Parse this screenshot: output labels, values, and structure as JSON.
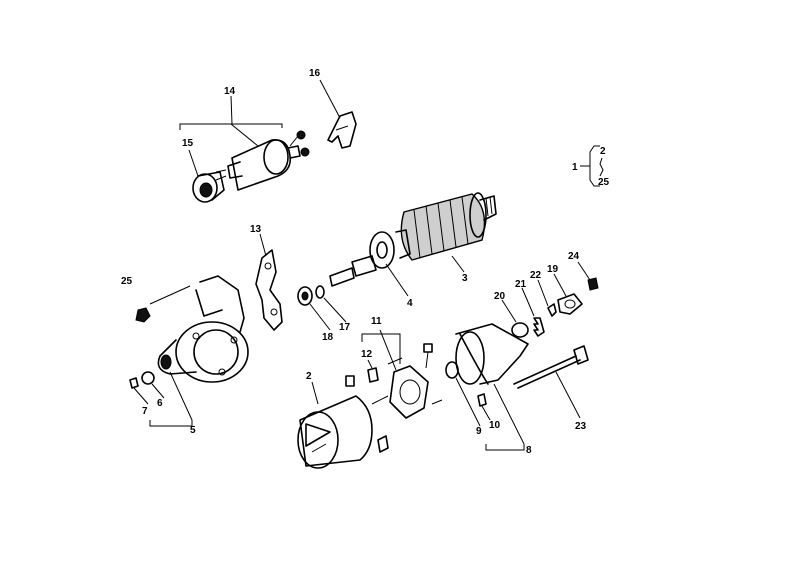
{
  "callouts": [
    {
      "id": "c14",
      "text": "14"
    },
    {
      "id": "c16",
      "text": "16"
    },
    {
      "id": "c15",
      "text": "15"
    },
    {
      "id": "c1",
      "text": "1"
    },
    {
      "id": "c2",
      "text": "2"
    },
    {
      "id": "c25r",
      "text": "25"
    },
    {
      "id": "c13",
      "text": "13"
    },
    {
      "id": "c3",
      "text": "3"
    },
    {
      "id": "c24",
      "text": "24"
    },
    {
      "id": "c25l",
      "text": "25"
    },
    {
      "id": "c20",
      "text": "20"
    },
    {
      "id": "c21",
      "text": "21"
    },
    {
      "id": "c22",
      "text": "22"
    },
    {
      "id": "c19",
      "text": "19"
    },
    {
      "id": "c4",
      "text": "4"
    },
    {
      "id": "c18",
      "text": "18"
    },
    {
      "id": "c17",
      "text": "17"
    },
    {
      "id": "c11",
      "text": "11"
    },
    {
      "id": "c12",
      "text": "12"
    },
    {
      "id": "c2b",
      "text": "2"
    },
    {
      "id": "c7",
      "text": "7"
    },
    {
      "id": "c6",
      "text": "6"
    },
    {
      "id": "c5",
      "text": "5"
    },
    {
      "id": "c10",
      "text": "10"
    },
    {
      "id": "c9",
      "text": "9"
    },
    {
      "id": "c8",
      "text": "8"
    },
    {
      "id": "c23",
      "text": "23"
    }
  ]
}
